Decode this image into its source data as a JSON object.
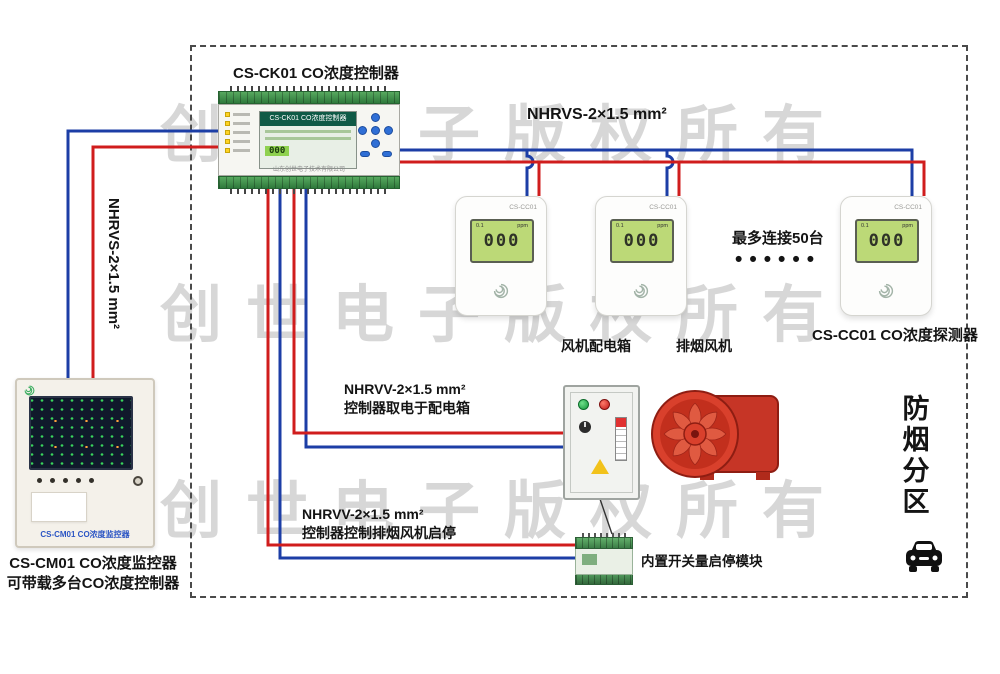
{
  "watermark": {
    "text": "创世电子版权所有"
  },
  "labels": {
    "controller_title": "CS-CK01 CO浓度控制器",
    "nhrvs_top": "NHRVS-2×1.5 mm²",
    "nhrvs_left": "NHRVS-2×1.5 mm²",
    "max_connect": "最多连接50台",
    "dots": "••••••",
    "detector_caption": "CS-CC01 CO浓度探测器",
    "fan_box": "风机配电箱",
    "fan": "排烟风机",
    "nhrvv_power_1": "NHRVV-2×1.5 mm²",
    "nhrvv_power_2": "控制器取电于配电箱",
    "nhrvv_control_1": "NHRVV-2×1.5 mm²",
    "nhrvv_control_2": "控制器控制排烟风机启停",
    "module": "内置开关量启停模块",
    "monitor_caption_1": "CS-CM01 CO浓度监控器",
    "monitor_caption_2": "可带载多台CO浓度控制器"
  },
  "controller": {
    "lcd_title": "CS-CK01 CO浓度控制器",
    "lcd_reading": "000",
    "brand": "山东创世电子技术有限公司"
  },
  "detector": {
    "model": "CS-CC01",
    "lcd_small": "0.1",
    "lcd_unit": "ppm",
    "reading": "000"
  },
  "monitor": {
    "inner_label": "CS-CM01 CO浓度监控器"
  },
  "zone": {
    "chars": [
      "防",
      "烟",
      "分",
      "区"
    ]
  },
  "colors": {
    "wire_red": "#d01d1d",
    "wire_blue": "#1c3ea6"
  }
}
